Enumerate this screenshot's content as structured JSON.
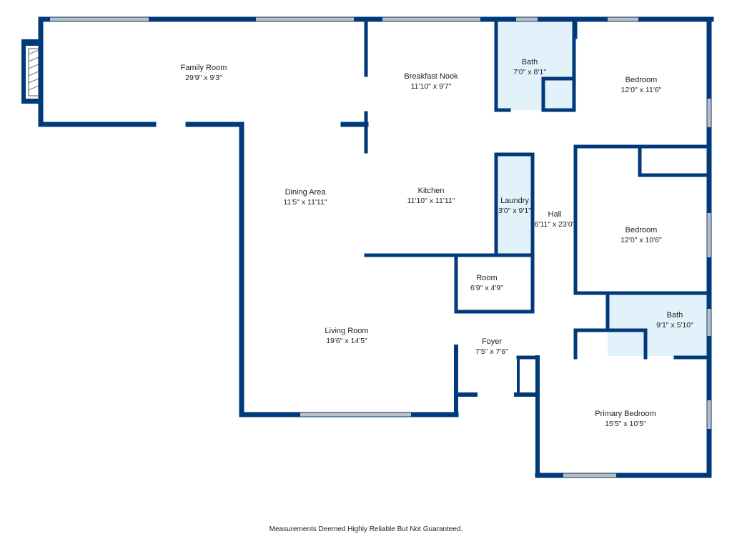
{
  "colors": {
    "wall": "#003a7a",
    "bath_fill": "#e3f1fb",
    "window": "#bfbfbf",
    "background": "#ffffff"
  },
  "rooms": [
    {
      "name": "Family Room",
      "dims": "29'9\" x 9'3\""
    },
    {
      "name": "Breakfast Nook",
      "dims": "11'10\" x 9'7\""
    },
    {
      "name": "Bath",
      "dims": "7'0\" x 8'1\""
    },
    {
      "name": "Bedroom",
      "dims": "12'0\" x 11'6\""
    },
    {
      "name": "Dining Area",
      "dims": "11'5\" x 11'11\""
    },
    {
      "name": "Kitchen",
      "dims": "11'10\" x 11'11\""
    },
    {
      "name": "Laundry",
      "dims": "3'0\" x 9'1\""
    },
    {
      "name": "Hall",
      "dims": "6'11\" x 23'0\""
    },
    {
      "name": "Bedroom",
      "dims": "12'0\" x 10'6\""
    },
    {
      "name": "Room",
      "dims": "6'9\" x 4'9\""
    },
    {
      "name": "Living Room",
      "dims": "19'6\" x 14'5\""
    },
    {
      "name": "Foyer",
      "dims": "7'5\" x 7'6\""
    },
    {
      "name": "Bath",
      "dims": "9'1\" x 5'10\""
    },
    {
      "name": "Primary Bedroom",
      "dims": "15'5\" x 10'5\""
    }
  ],
  "disclaimer": "Measurements Deemed Highly Reliable But Not Guaranteed."
}
